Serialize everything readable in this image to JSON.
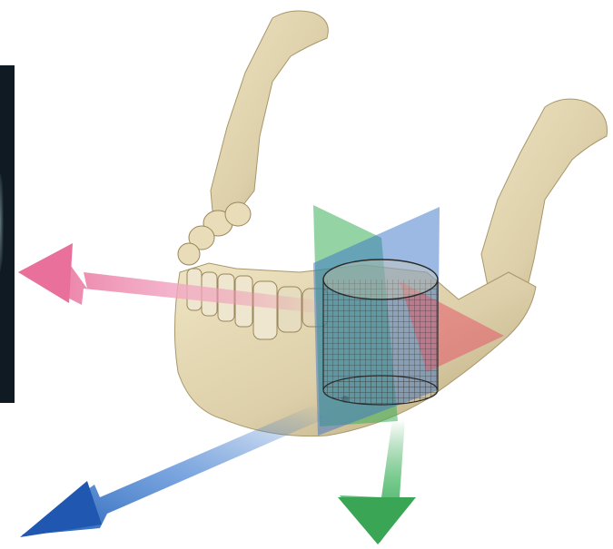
{
  "scene": {
    "subject": "mandible",
    "colors": {
      "background": "#ffffff",
      "panel": "#0f1a22",
      "bone": "#dccfa9",
      "bone_shadow": "#b8a67a",
      "teeth": "#efe6cf",
      "axis_x_arrow": "#e8709a",
      "axis_y_arrow": "#2f6fc2",
      "axis_z_arrow": "#3aa655",
      "plane_green": "#3cae5a",
      "plane_blue": "#3a74c8",
      "plane_red": "#e35a6a",
      "volume_grid": "#333333"
    },
    "icons": [
      "scan-panel",
      "mandible-bone",
      "pink-arrow-icon",
      "blue-arrow-icon",
      "green-arrow-icon",
      "cylinder-volume-icon"
    ]
  }
}
